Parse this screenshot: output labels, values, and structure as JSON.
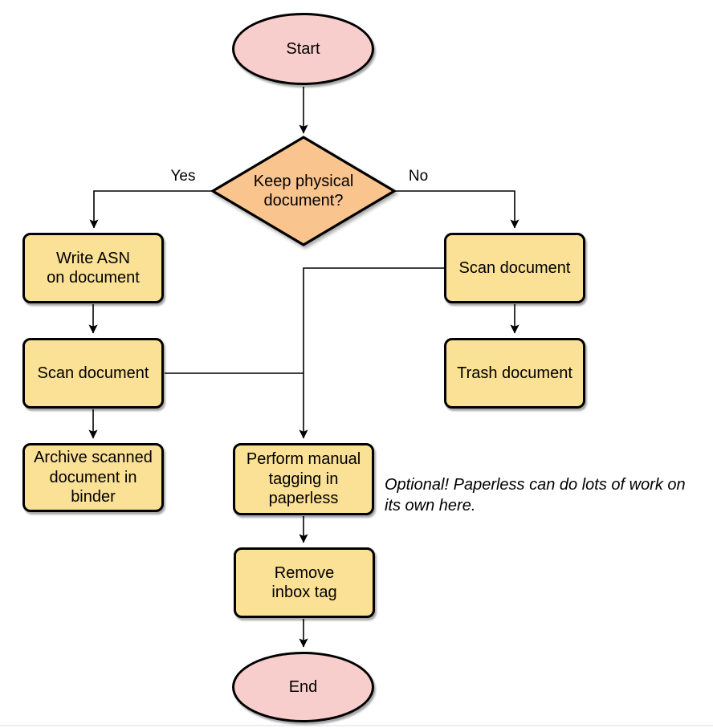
{
  "diagram": {
    "type": "flowchart",
    "colors": {
      "terminal_fill": "#f8cecc",
      "decision_fill": "#fac48e",
      "process_fill": "#fbe196",
      "stroke": "#000000",
      "connector": "#000000"
    },
    "nodes": {
      "start": {
        "shape": "ellipse",
        "label": "Start"
      },
      "decision": {
        "shape": "diamond",
        "label": "Keep physical\ndocument?"
      },
      "write_asn": {
        "shape": "rounded-rect",
        "label": "Write ASN\non document"
      },
      "scan_left": {
        "shape": "rounded-rect",
        "label": "Scan document"
      },
      "archive": {
        "shape": "rounded-rect",
        "label": "Archive scanned\ndocument in\nbinder"
      },
      "scan_right": {
        "shape": "rounded-rect",
        "label": "Scan document"
      },
      "trash": {
        "shape": "rounded-rect",
        "label": "Trash document"
      },
      "tagging": {
        "shape": "rounded-rect",
        "label": "Perform manual\ntagging in\npaperless"
      },
      "remove_inbox": {
        "shape": "rounded-rect",
        "label": "Remove\ninbox tag"
      },
      "end": {
        "shape": "ellipse",
        "label": "End"
      }
    },
    "edge_labels": {
      "yes": "Yes",
      "no": "No"
    },
    "annotation": "Optional! Paperless can do lots of work on\nits own here."
  }
}
